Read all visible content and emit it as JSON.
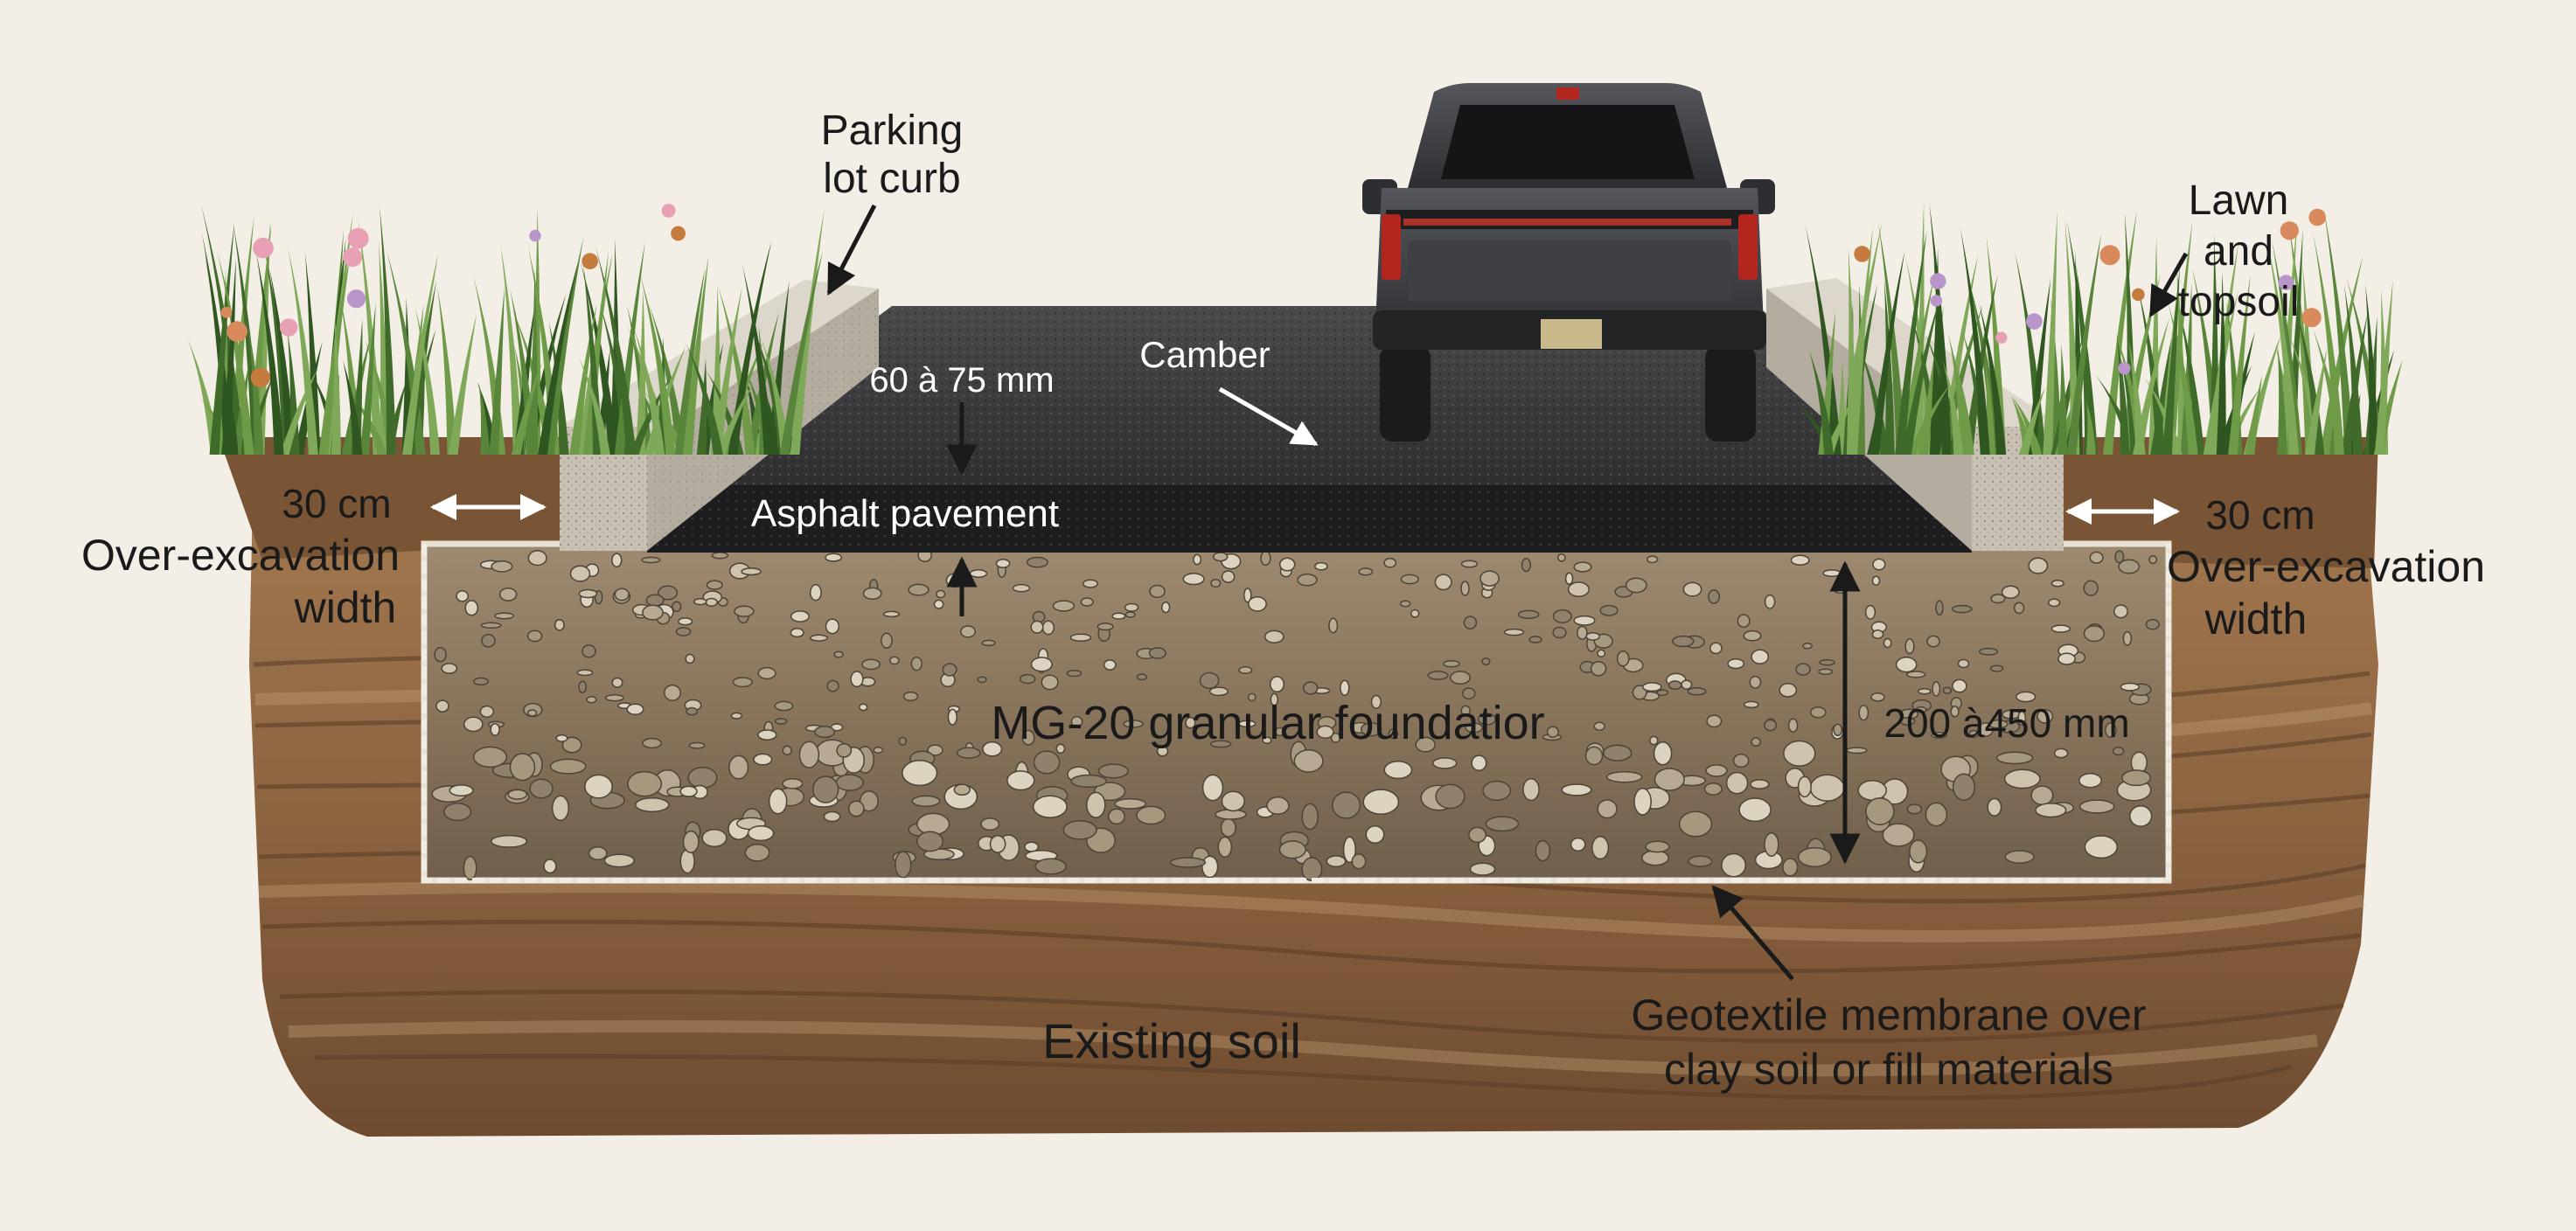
{
  "labels": {
    "parking_curb_line1": "Parking",
    "parking_curb_line2": "lot curb",
    "lawn_line1": "Lawn",
    "lawn_line2": "and",
    "lawn_line3": "topsoil",
    "asphalt_thickness": "60 à 75 mm",
    "camber": "Camber",
    "asphalt_pavement": "Asphalt pavement",
    "left_width_value": "30 cm",
    "left_width_line1": "Over-excavation",
    "left_width_line2": "width",
    "right_width_value": "30 cm",
    "right_width_line1": "Over-excavation",
    "right_width_line2": "width",
    "foundation": "MG-20 granular foundatior",
    "foundation_thickness": "200 à450 mm",
    "existing_soil": "Existing soil",
    "geotextile_line1": "Geotextile membrane over",
    "geotextile_line2": "clay soil or fill materials"
  },
  "colors": {
    "background": "#f4efe6",
    "asphalt": "#2e2e30",
    "soil": "#9a7048",
    "gravel": "#8d7a63",
    "concrete": "#c9c2b5",
    "vegetation": "#4f7a36",
    "truck": "#3a3b3f",
    "taillight": "#b3261e"
  }
}
